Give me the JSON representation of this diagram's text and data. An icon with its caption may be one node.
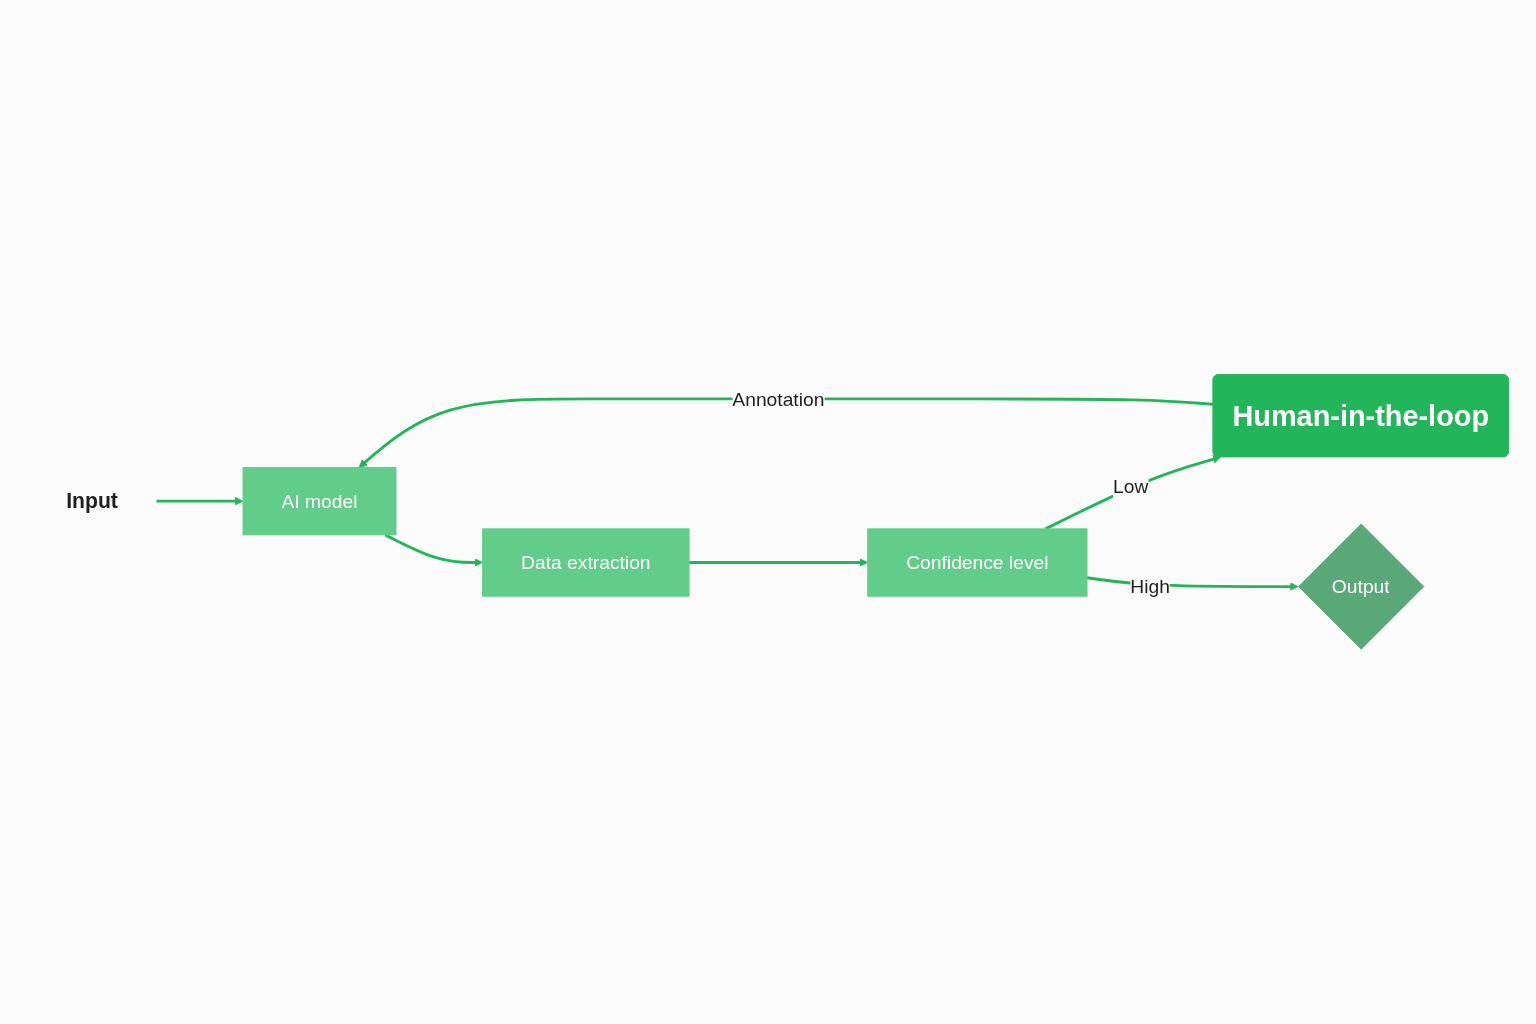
{
  "diagram": {
    "nodes": [
      {
        "text": [
          "Input"
        ]
      },
      {
        "text": [
          "Human-in-the-loop"
        ]
      },
      {
        "text": [
          "AI model"
        ]
      },
      {
        "text": [
          "Data extraction"
        ]
      },
      {
        "text": [
          "Confidence level"
        ]
      },
      {
        "text": [
          "Output"
        ]
      }
    ],
    "edges": [
      {
        "from": 0,
        "to": 2,
        "arrow": "to"
      },
      {
        "from": 1,
        "to": 2,
        "arrow": "to",
        "label": "Annotation"
      },
      {
        "from": 2,
        "to": 3,
        "arrow": "to"
      },
      {
        "from": 3,
        "to": 4,
        "arrow": "to"
      },
      {
        "from": 4,
        "to": 1,
        "arrow": "to",
        "label": "Low"
      },
      {
        "from": 4,
        "to": 5,
        "arrow": "to",
        "label": "High"
      }
    ]
  }
}
